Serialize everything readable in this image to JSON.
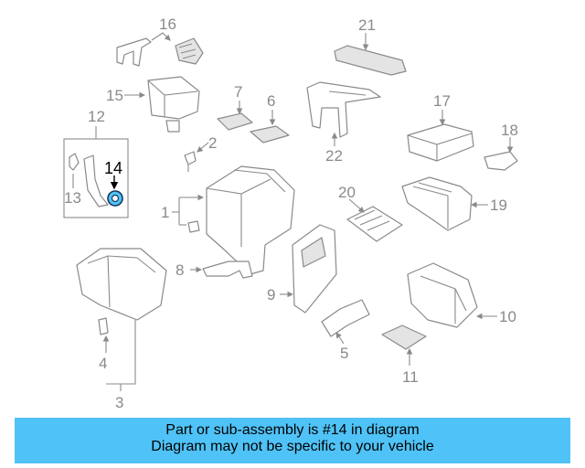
{
  "callouts": [
    "1",
    "2",
    "3",
    "4",
    "5",
    "6",
    "7",
    "8",
    "9",
    "10",
    "11",
    "12",
    "13",
    "14",
    "15",
    "16",
    "17",
    "18",
    "19",
    "20",
    "21",
    "22"
  ],
  "highlighted_callout": "14",
  "caption": {
    "line1": "Part or sub-assembly is #14 in diagram",
    "line2": "Diagram may not be specific to your vehicle"
  },
  "colors": {
    "caption_bg": "#4fc3f7",
    "highlight_part": "#4fc3f7",
    "drawing_line": "#8a8a8a"
  }
}
